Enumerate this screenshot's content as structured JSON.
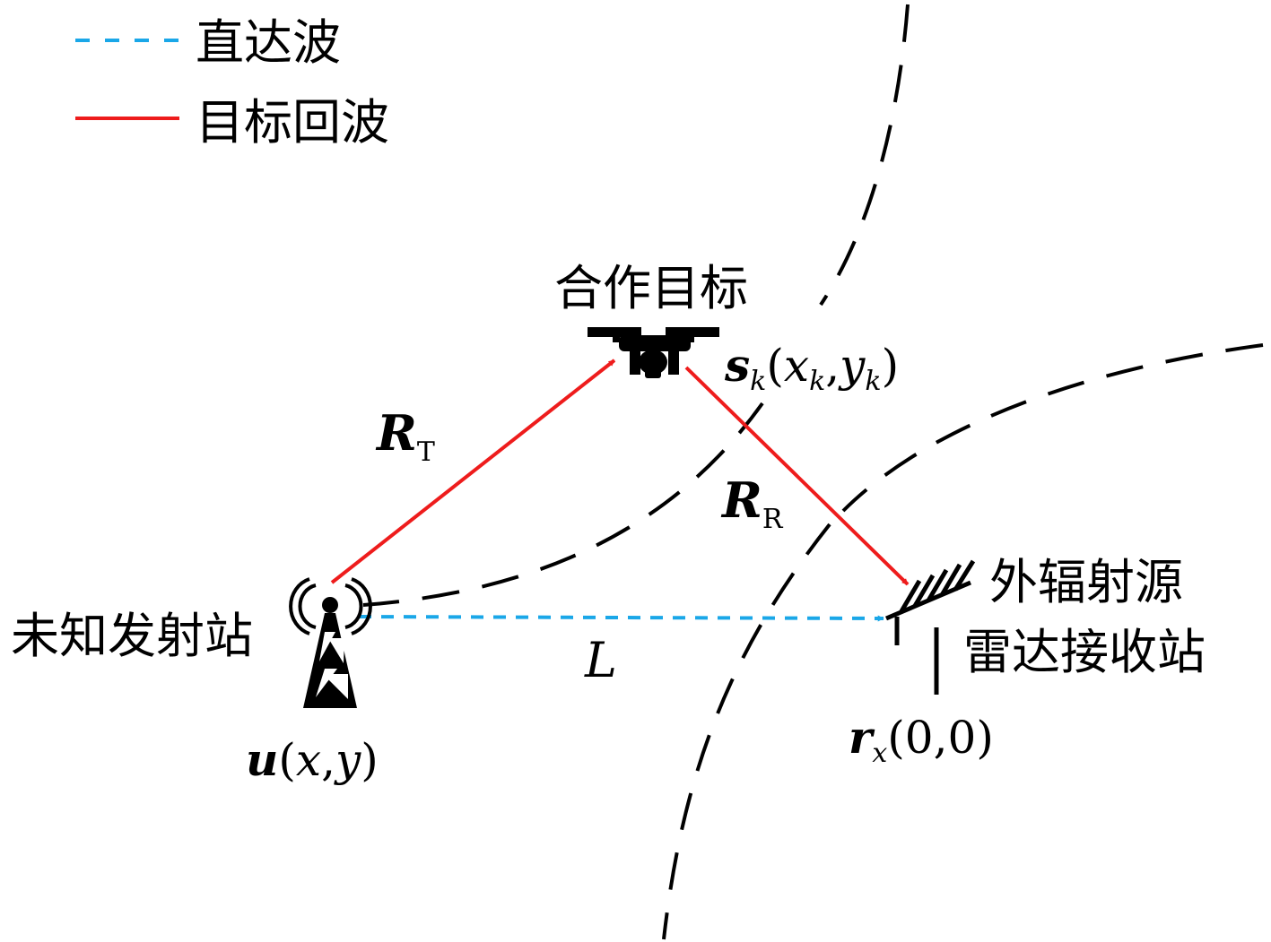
{
  "legend": {
    "direct_wave": {
      "label": "直达波",
      "color": "#1aa7e8"
    },
    "target_echo": {
      "label": "目标回波",
      "color": "#ee1c1c"
    }
  },
  "nodes": {
    "target": {
      "title": "合作目标",
      "pos": {
        "symbol": "s",
        "sub": "k",
        "open": "(",
        "x": "x",
        "x_sub": "k",
        "sep": ",",
        "y": "y",
        "y_sub": "k",
        "close": ")"
      }
    },
    "transmitter": {
      "title": "未知发射站",
      "pos": {
        "symbol": "u",
        "open": "(",
        "x": "x",
        "sep": ",",
        "y": "y",
        "close": ")"
      }
    },
    "receiver": {
      "title_line1": "外辐射源",
      "title_line2": "雷达接收站",
      "pos": {
        "symbol": "r",
        "sub": "x",
        "open": "(",
        "x": "0",
        "sep": ",",
        "y": "0",
        "close": ")"
      }
    }
  },
  "edges": {
    "rt": {
      "symbol": "R",
      "sub": "T"
    },
    "rr": {
      "symbol": "R",
      "sub": "R"
    },
    "l": {
      "symbol": "L"
    }
  },
  "colors": {
    "echo": "#ee1c1c",
    "direct": "#1aa7e8",
    "curve": "#000000"
  }
}
